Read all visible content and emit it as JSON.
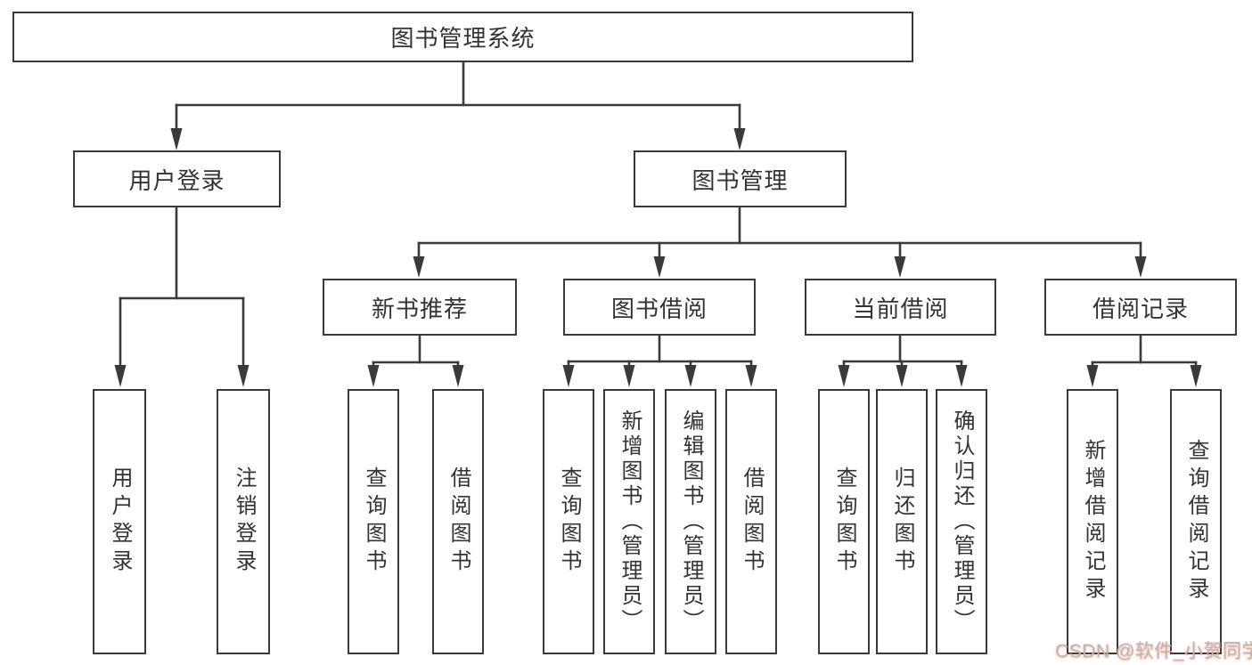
{
  "tree": {
    "root": {
      "label": "图书管理系统"
    },
    "branches": [
      {
        "label": "用户登录",
        "children": [
          {
            "label": "用户登录"
          },
          {
            "label": "注销登录"
          }
        ]
      },
      {
        "label": "图书管理",
        "sections": [
          {
            "label": "新书推荐",
            "children": [
              {
                "label": "查询图书"
              },
              {
                "label": "借阅图书"
              }
            ]
          },
          {
            "label": "图书借阅",
            "children": [
              {
                "label": "查询图书"
              },
              {
                "label": "新增图书（管理员）"
              },
              {
                "label": "编辑图书（管理员）"
              },
              {
                "label": "借阅图书"
              }
            ]
          },
          {
            "label": "当前借阅",
            "children": [
              {
                "label": "查询图书"
              },
              {
                "label": "归还图书"
              },
              {
                "label": "确认归还（管理员）"
              }
            ]
          },
          {
            "label": "借阅记录",
            "children": [
              {
                "label": "新增借阅记录"
              },
              {
                "label": "查询借阅记录"
              }
            ]
          }
        ]
      }
    ]
  },
  "watermark": {
    "text": "CSDN @软件_小贺同学"
  },
  "colors": {
    "line": "#3a3a3a",
    "text": "#333333",
    "background": "#ffffff",
    "watermark": "#b9b9b9",
    "watermark_accent": "#fc5531"
  }
}
